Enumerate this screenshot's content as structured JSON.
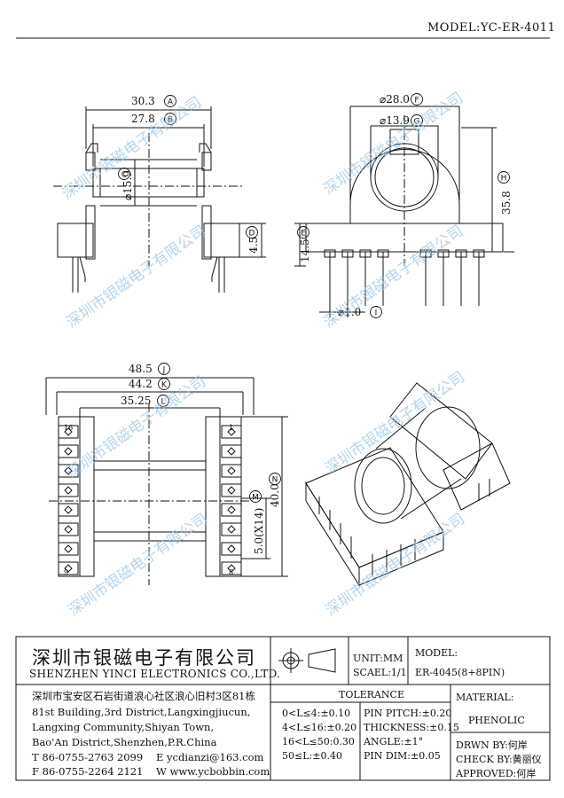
{
  "model_label": "MODEL:YC-ER-4011",
  "dims": {
    "a": "30.3",
    "a_mark": "A",
    "b": "27.8",
    "b_mark": "B",
    "c": "⌀15.9",
    "c_mark": "C",
    "d": "4.5",
    "d_mark": "D",
    "e": "14.5",
    "e_mark": "E",
    "f": "⌀28.0",
    "f_mark": "F",
    "g": "⌀13.9",
    "g_mark": "G",
    "h": "35.8",
    "h_mark": "H",
    "i": "⌀1.0",
    "i_mark": "I",
    "j": "48.5",
    "j_mark": "J",
    "k": "44.2",
    "k_mark": "K",
    "l": "35.25",
    "l_mark": "L",
    "m": "5.0(X14)",
    "m_mark": "M",
    "n": "40.0",
    "n_mark": "N",
    "pin_16": "16",
    "pin_1": "1",
    "pin_9": "9",
    "pin_8": "8"
  },
  "watermark": "深圳市银磁电子有限公司",
  "title_block": {
    "company_cn": "深圳市银磁电子有限公司",
    "company_en": "SHENZHEN YINCI ELECTRONICS CO.,LTD.",
    "unit": "UNIT:MM",
    "scale": "SCAEL:1/1",
    "model_label": "MODEL:",
    "model_value": "ER-4045(8+8PIN)",
    "address_cn": "深圳市宝安区石岩街道浪心社区浪心旧村3区81栋",
    "address_en": [
      "81st Building,3rd District,Langxingjiucun,",
      "Langxing Community,Shiyan Town,",
      "Bao'An District,Shenzhen,P.R.China"
    ],
    "tel": "T 86-0755-2763 2099",
    "fax": "F 86-0755-2264 2121",
    "email": "E ycdianzi@163.com",
    "web": "W www.ycbobbin.com",
    "tolerance_title": "TOLERANCE",
    "tolerance_left": [
      "0<L≤4:±0.10",
      "4<L≤16:±0.20",
      "16<L≤50:0.30",
      "50≤L:±0.40"
    ],
    "tolerance_right": [
      "PIN PITCH:±0.20",
      "THICKNESS:±0.15",
      "ANGLE:±1°",
      "PIN DIM:±0.05"
    ],
    "material_label": "MATERIAL:",
    "material_value": "PHENOLIC",
    "drawn_by": "DRWN BY:何岸",
    "check_by": "CHECK BY:黄丽仪",
    "approved": "APPROVED:何岸"
  }
}
